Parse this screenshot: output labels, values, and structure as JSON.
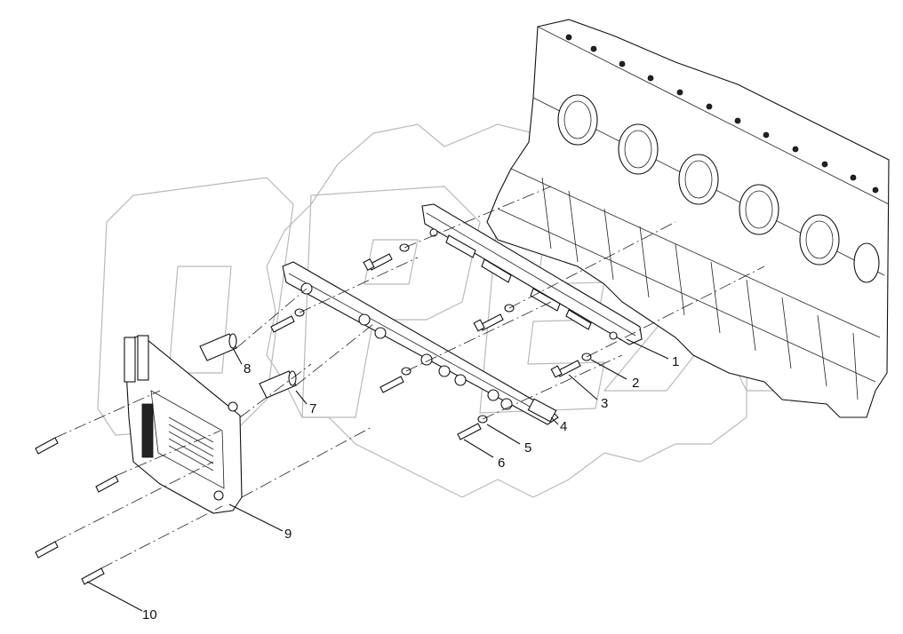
{
  "diagram": {
    "callouts": [
      {
        "id": "1",
        "label": "1"
      },
      {
        "id": "2",
        "label": "2"
      },
      {
        "id": "3",
        "label": "3"
      },
      {
        "id": "4",
        "label": "4"
      },
      {
        "id": "5",
        "label": "5"
      },
      {
        "id": "6",
        "label": "6"
      },
      {
        "id": "7",
        "label": "7"
      },
      {
        "id": "8",
        "label": "8"
      },
      {
        "id": "9",
        "label": "9"
      },
      {
        "id": "10",
        "label": "10"
      }
    ],
    "watermark": {
      "logo_text": "OPEX"
    }
  }
}
